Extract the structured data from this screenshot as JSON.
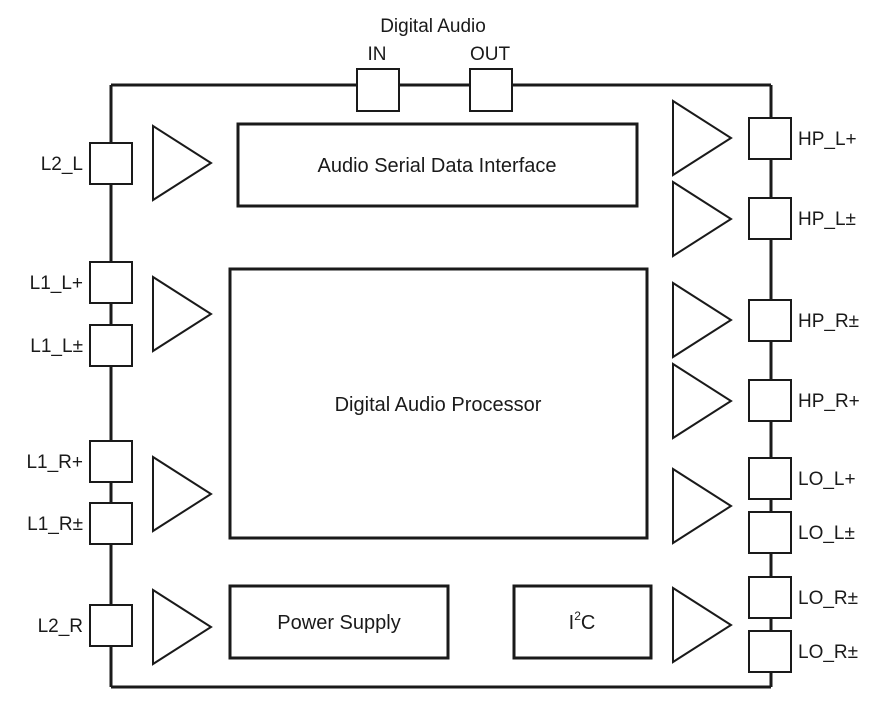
{
  "header": {
    "title": "Digital Audio",
    "in_label": "IN",
    "out_label": "OUT"
  },
  "blocks": {
    "serial_interface": "Audio Serial Data Interface",
    "processor": "Digital Audio Processor",
    "power_supply": "Power Supply",
    "i2c": {
      "base": "I",
      "sup": "2",
      "tail": "C"
    }
  },
  "left_pins": [
    "L2_L",
    "L1_L+",
    "L1_L±",
    "L1_R+",
    "L1_R±",
    "L2_R"
  ],
  "right_pins": [
    "HP_L+",
    "HP_L±",
    "HP_R±",
    "HP_R+",
    "LO_L+",
    "LO_L±",
    "LO_R±",
    "LO_R±"
  ],
  "colors": {
    "line": "#1a1a1a",
    "background": "#ffffff"
  }
}
